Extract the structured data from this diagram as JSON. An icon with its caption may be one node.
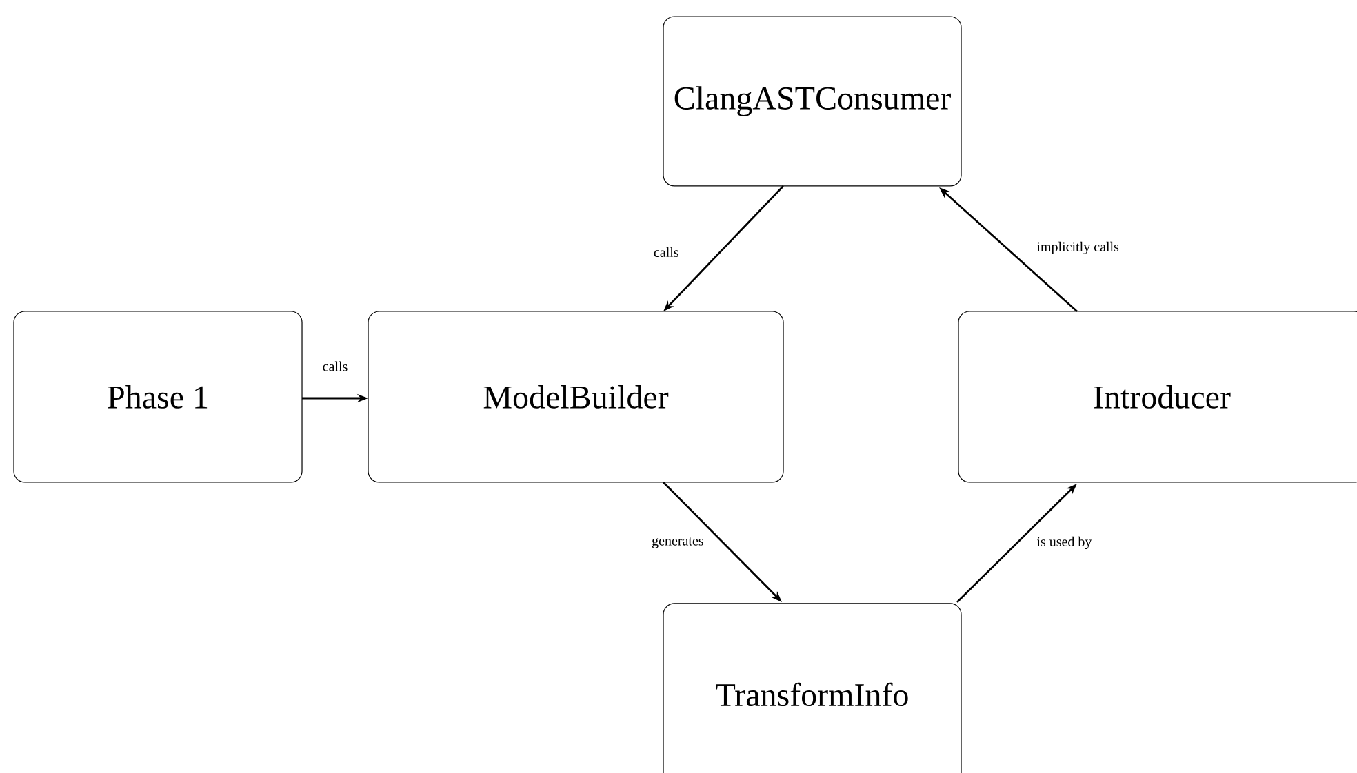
{
  "diagram": {
    "nodes": [
      {
        "text": [
          "ClangASTConsumer"
        ]
      },
      {
        "text": [
          "Phase 1"
        ]
      },
      {
        "text": [
          "ModelBuilder"
        ]
      },
      {
        "text": [
          "Introducer"
        ]
      },
      {
        "text": [
          "TransformInfo"
        ]
      }
    ],
    "edges": [
      {
        "from": 0,
        "to": 2,
        "arrow": "to",
        "label": "calls"
      },
      {
        "from": 1,
        "to": 2,
        "arrow": "to",
        "label": "calls"
      },
      {
        "from": 2,
        "to": 4,
        "arrow": "to",
        "label": "generates"
      },
      {
        "from": 4,
        "to": 3,
        "arrow": "to",
        "label": "is used by"
      },
      {
        "from": 3,
        "to": 0,
        "arrow": "to",
        "label": "implicitly calls"
      }
    ]
  }
}
